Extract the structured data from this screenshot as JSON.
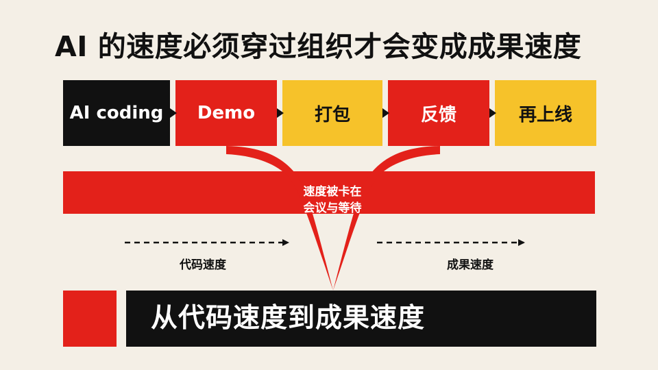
{
  "title": "AI 的速度必须穿过组织才会变成成果速度",
  "stages": [
    {
      "label": "AI coding",
      "fill": "#111111",
      "text_color": "#ffffff"
    },
    {
      "label": "Demo",
      "fill": "#e3211a",
      "text_color": "#ffffff"
    },
    {
      "label": "打包",
      "fill": "#f6c22a",
      "text_color": "#111111"
    },
    {
      "label": "反馈",
      "fill": "#e3211a",
      "text_color": "#ffffff"
    },
    {
      "label": "再上线",
      "fill": "#f6c22a",
      "text_color": "#111111"
    }
  ],
  "bottleneck": {
    "line1": "速度被卡在",
    "line2": "会议与等待"
  },
  "speeds": {
    "left": "代码速度",
    "right": "成果速度"
  },
  "banner": {
    "text": "从代码速度到成果速度"
  },
  "colors": {
    "background": "#f4efe6",
    "red": "#e3211a",
    "yellow": "#f6c22a",
    "black": "#111111"
  }
}
